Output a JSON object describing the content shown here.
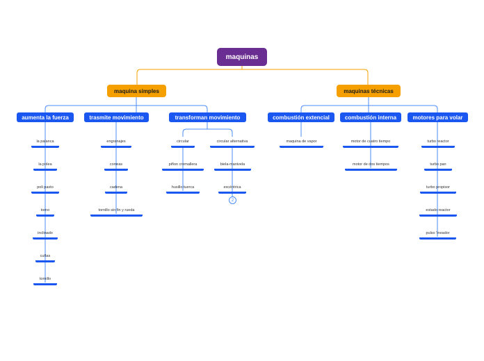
{
  "colors": {
    "root": "#6a2d91",
    "main": "#f5a000",
    "sub": "#1a56f0",
    "line_orange": "#f5a000",
    "line_blue": "#4a8cf7"
  },
  "root": {
    "label": "maquinas"
  },
  "branches": [
    {
      "label": "maquina simples",
      "groups": [
        {
          "label": "aumenta la fuerza",
          "items": [
            "la palanca",
            "la polea",
            "poli pasto",
            "torno",
            "inclinado",
            "cuñas",
            "tornillo"
          ]
        },
        {
          "label": "trasmite movimiento",
          "items": [
            "engranajes",
            "correas",
            "cadena",
            "tornillo sin fin y rueda"
          ]
        },
        {
          "label": "transforman movimiento",
          "subgroups": [
            {
              "label": "circular",
              "items": [
                "piñon cremallera",
                "husillo tuerca"
              ]
            },
            {
              "label": "circular alternativa",
              "items": [
                "biela-manivela",
                "excéntrica"
              ],
              "collapsed_count": "2"
            }
          ]
        }
      ]
    },
    {
      "label": "maquinas técnicas",
      "groups": [
        {
          "label": "combustión extencial",
          "items": [
            "maquina de vapor"
          ]
        },
        {
          "label": "combustión interna",
          "items": [
            "motor de cuatro tiempo",
            "motor de dos tiempos"
          ]
        },
        {
          "label": "motores para volar",
          "items": [
            "turbo reactor",
            "turbo pan",
            "turbo propisor",
            "estado reactor",
            "pulso 'lneador"
          ]
        }
      ]
    }
  ]
}
